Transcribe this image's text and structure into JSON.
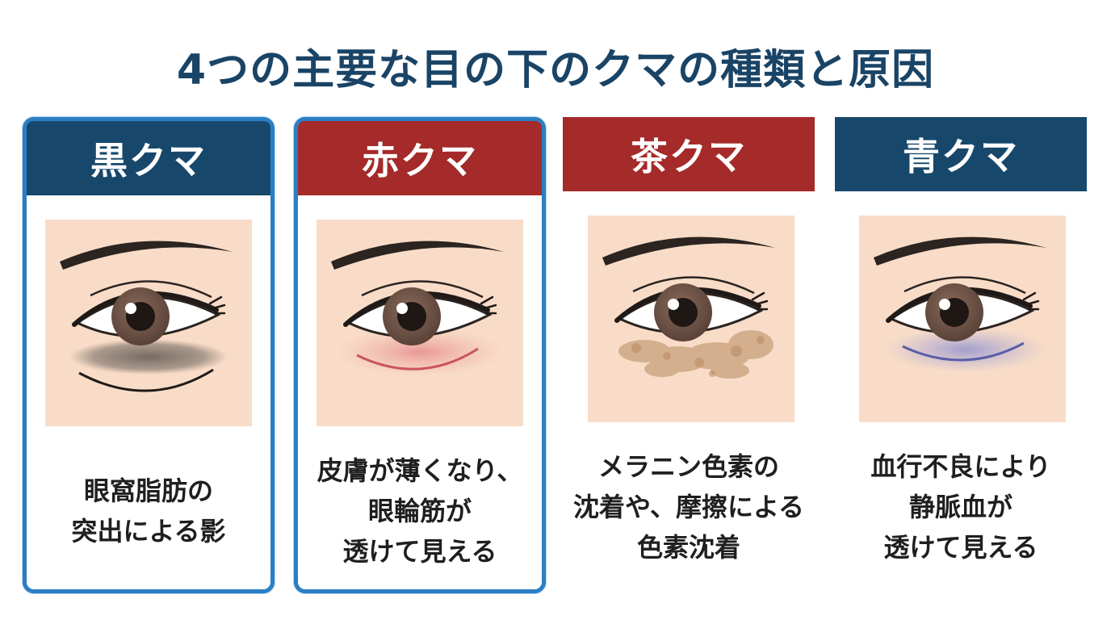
{
  "title": "4つの主要な目の下のクマの種類と原因",
  "colors": {
    "title": "#1a4466",
    "navy_header": "#17486b",
    "red_header": "#a52a2a",
    "card_outline": "#2a7fc4",
    "skin": "#f8dcc7",
    "iris": "#6b5045"
  },
  "cards": [
    {
      "header": "黒クマ",
      "header_color": "#17486b",
      "outlined": true,
      "icon": "eye-shadow-bag-icon",
      "description": "眼窩脂肪の\n突出による影"
    },
    {
      "header": "赤クマ",
      "header_color": "#a52a2a",
      "outlined": true,
      "icon": "eye-red-circle-icon",
      "description": "皮膚が薄くなり、\n眼輪筋が\n透けて見える"
    },
    {
      "header": "茶クマ",
      "header_color": "#a52a2a",
      "outlined": false,
      "icon": "eye-brown-pigment-icon",
      "description": "メラニン色素の\n沈着や、摩擦による\n色素沈着"
    },
    {
      "header": "青クマ",
      "header_color": "#17486b",
      "outlined": false,
      "icon": "eye-blue-vein-icon",
      "description": "血行不良により\n静脈血が\n透けて見える"
    }
  ]
}
